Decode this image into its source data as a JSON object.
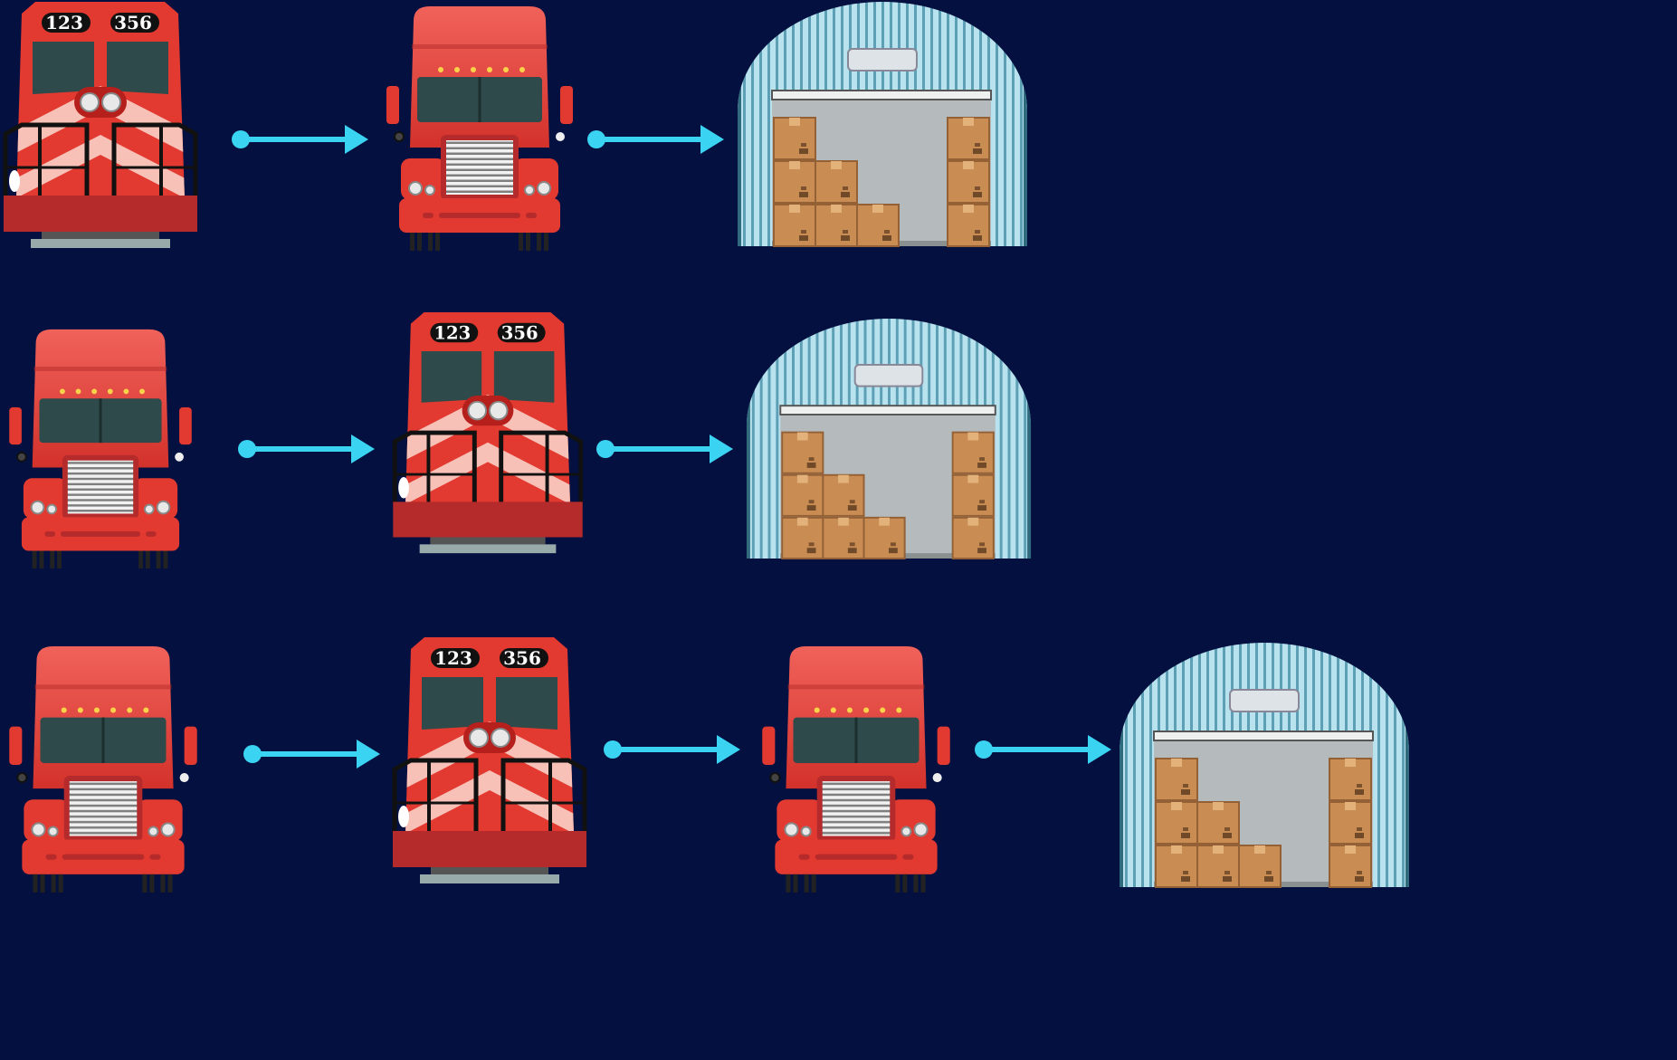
{
  "title": "",
  "colors": {
    "background": "#041040",
    "vehicle_red": "#e03a30",
    "vehicle_dark_red": "#b52a2a",
    "stripe_pink": "#f7c1b8",
    "arrow_cyan": "#3ad4f2",
    "warehouse_blue": "#a8d8e6",
    "box_brown": "#c98d54"
  },
  "legend": {
    "locomotive": {
      "icon": "locomotive-icon",
      "plate_left": "123",
      "plate_right": "356"
    },
    "truck": {
      "icon": "semi-truck-icon"
    },
    "warehouse": {
      "icon": "warehouse-icon"
    },
    "arrow": {
      "icon": "arrow-right-icon"
    }
  },
  "routes": [
    {
      "id": "route-1",
      "sequence": [
        "locomotive",
        "truck",
        "warehouse"
      ]
    },
    {
      "id": "route-2",
      "sequence": [
        "truck",
        "locomotive",
        "warehouse"
      ]
    },
    {
      "id": "route-3",
      "sequence": [
        "truck",
        "locomotive",
        "truck",
        "warehouse"
      ]
    }
  ]
}
